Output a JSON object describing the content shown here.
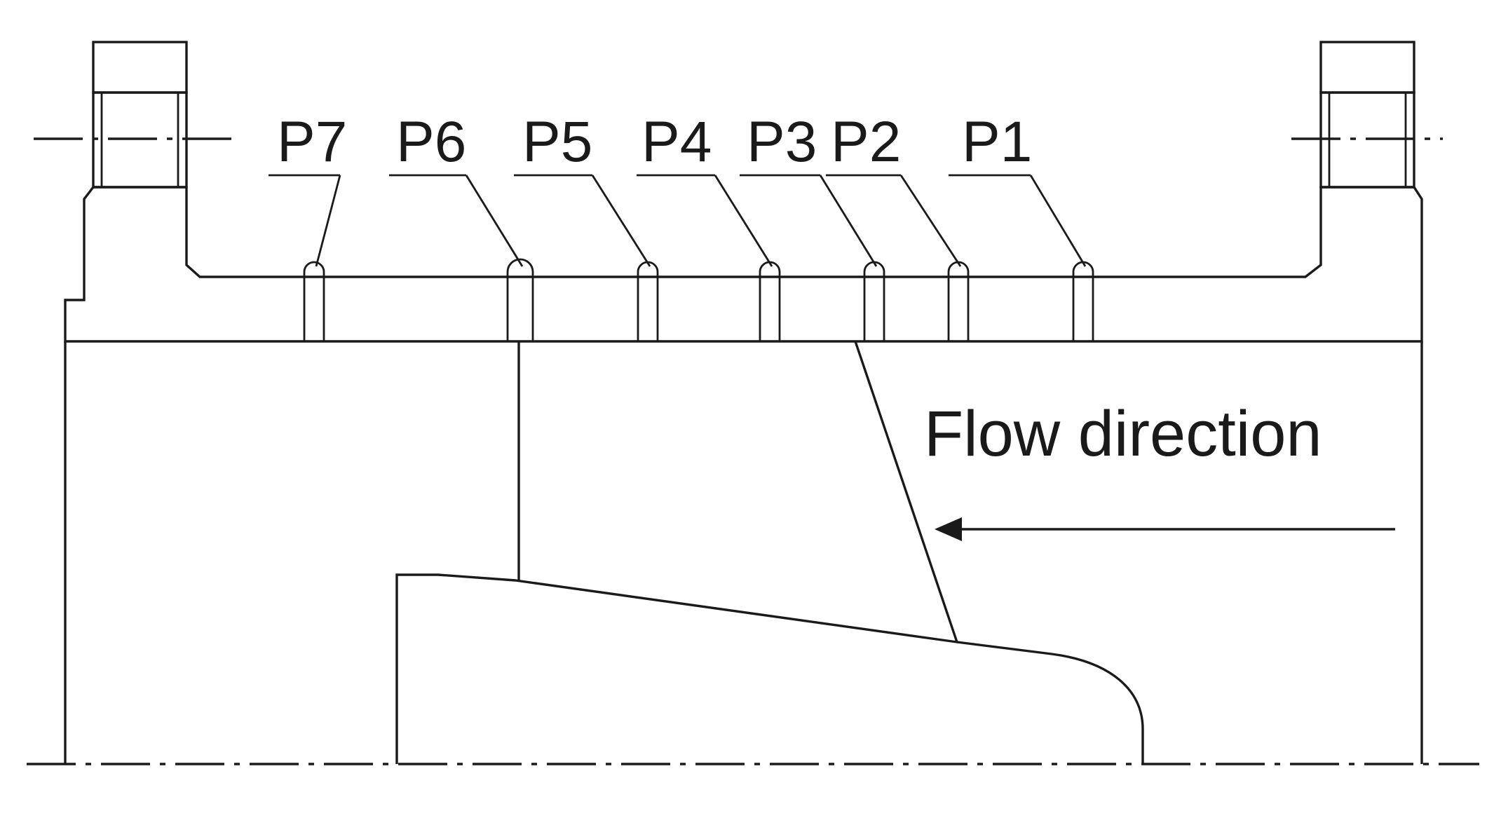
{
  "diagram": {
    "flow_label": "Flow direction",
    "taps": [
      {
        "label": "P7"
      },
      {
        "label": "P6"
      },
      {
        "label": "P5"
      },
      {
        "label": "P4"
      },
      {
        "label": "P3"
      },
      {
        "label": "P2"
      },
      {
        "label": "P1"
      }
    ]
  }
}
